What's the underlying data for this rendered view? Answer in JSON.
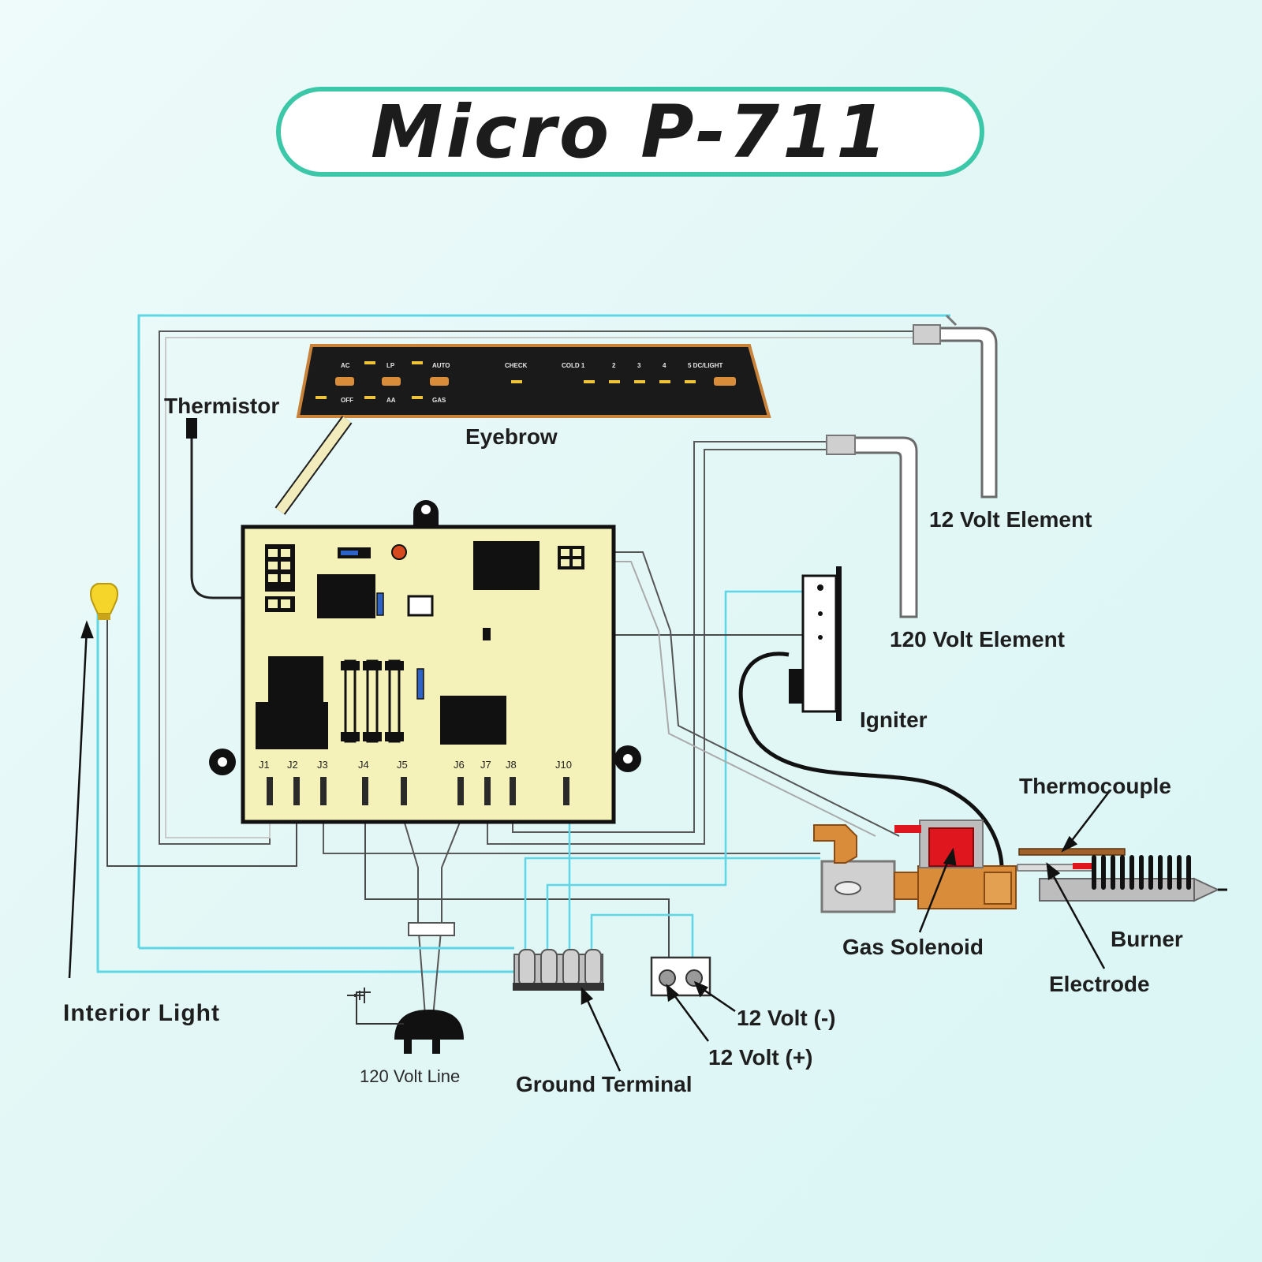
{
  "title": "Micro P-711",
  "labels": {
    "thermistor": "Thermistor",
    "eyebrow": "Eyebrow",
    "element_12v": "12 Volt Element",
    "element_120v": "120 Volt Element",
    "igniter": "Igniter",
    "thermocouple": "Thermocouple",
    "gas_solenoid": "Gas Solenoid",
    "burner": "Burner",
    "electrode": "Electrode",
    "interior_light": "Interior Light",
    "line_120v": "120 Volt Line",
    "ground_terminal": "Ground Terminal",
    "neg_12v": "12 Volt (-)",
    "pos_12v": "12 Volt (+)"
  },
  "connectors": [
    "J1",
    "J2",
    "J3",
    "J4",
    "J5",
    "J6",
    "J7",
    "J8",
    "J10"
  ],
  "colors": {
    "accent": "#3cc7a9",
    "wire_cyan": "#5fd6e6",
    "board": "#f4f2b8",
    "solenoid_red": "#e0161e",
    "solenoid_orange": "#d98c3a"
  }
}
